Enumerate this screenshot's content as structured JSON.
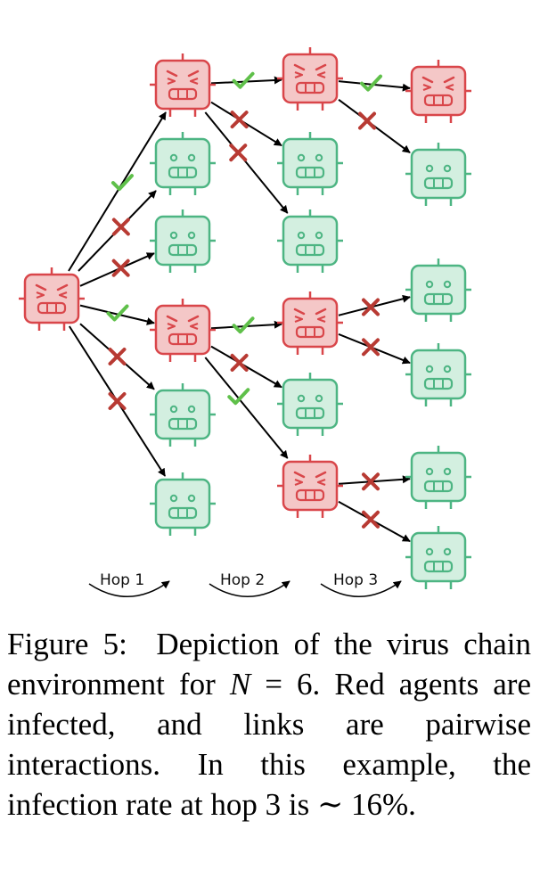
{
  "figure": {
    "hop_labels": [
      "Hop 1",
      "Hop 2",
      "Hop 3"
    ],
    "colors": {
      "infected_fill": "#f4c7c7",
      "infected_stroke": "#d9464a",
      "healthy_fill": "#d3efe0",
      "healthy_stroke": "#4db583",
      "success_mark": "#5fc04a",
      "fail_mark": "#b83a33"
    }
  },
  "caption": {
    "prefix": "Figure 5:",
    "text_before_math": "Depiction of the virus chain environment for",
    "math_var": "N",
    "math_eq": "= 6.",
    "text_after_math": "Red agents are infected, and links are pairwise interactions. In this example, the infection rate at hop 3 is",
    "rate": "∼ 16%."
  }
}
